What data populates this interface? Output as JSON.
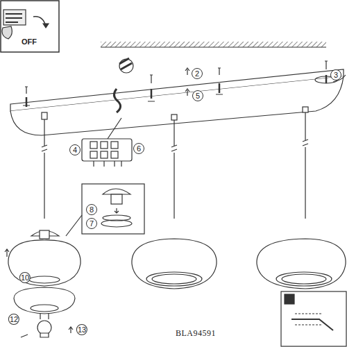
{
  "diagram": {
    "labels": [
      "OFF",
      "2",
      "3",
      "5",
      "4",
      "6",
      "8",
      "7",
      "10",
      "12",
      "13",
      "BLA94591"
    ]
  }
}
